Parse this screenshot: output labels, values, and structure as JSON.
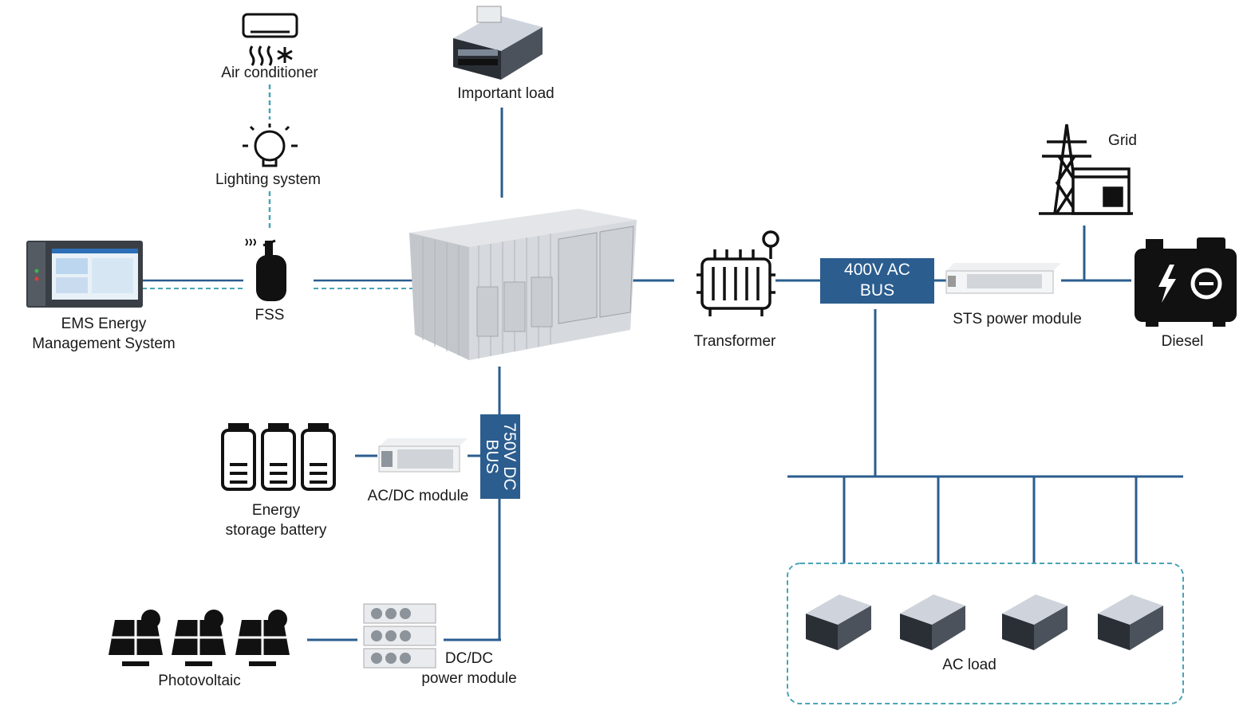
{
  "labels": {
    "air_conditioner": "Air conditioner",
    "important_load": "Important load",
    "lighting_system": "Lighting system",
    "grid": "Grid",
    "ems_line1": "EMS Energy",
    "ems_line2": "Management System",
    "fss": "FSS",
    "transformer": "Transformer",
    "sts_module": "STS power module",
    "diesel": "Diesel",
    "battery_line1": "Energy",
    "battery_line2": "storage battery",
    "acdc_module": "AC/DC module",
    "photovoltaic": "Photovoltaic",
    "dcdc_line1": "DC/DC",
    "dcdc_line2": "power module",
    "ac_load": "AC load"
  },
  "buses": {
    "ac_bus_line1": "400V AC",
    "ac_bus_line2": "BUS",
    "dc_bus": "750V DC BUS"
  },
  "colors": {
    "line": "#2b5d8f",
    "dashed": "#4aa3b5",
    "bus": "#2b5d8f",
    "icon": "#111111"
  }
}
